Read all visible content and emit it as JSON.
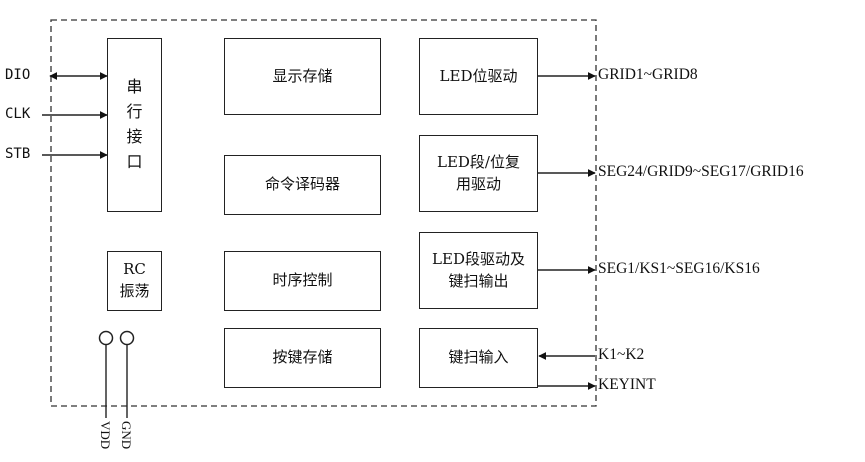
{
  "blocks": {
    "serial_interface": "串\n行\n接\n口",
    "rc_osc": "RC\n振荡",
    "display_memory": "显示存储",
    "command_decoder": "命令译码器",
    "timing_control": "时序控制",
    "key_memory": "按键存储",
    "led_bit_driver": "LED位驱动",
    "led_seg_bit_mux": "LED段/位复\n用驱动",
    "led_seg_driver_keyscan": "LED段驱动及\n键扫输出",
    "key_scan_input": "键扫输入"
  },
  "pins_left": {
    "dio": "DIO",
    "clk": "CLK",
    "stb": "STB"
  },
  "pins_right": {
    "grid": "GRID1~GRID8",
    "seg_grid": "SEG24/GRID9~SEG17/GRID16",
    "seg_ks": "SEG1/KS1~SEG16/KS16",
    "k": "K1~K2",
    "keyint": "KEYINT"
  },
  "pins_bottom": {
    "vdd": "VDD",
    "gnd": "GND"
  },
  "colors": {
    "line": "#222222",
    "text": "#111111",
    "background": "#ffffff"
  }
}
